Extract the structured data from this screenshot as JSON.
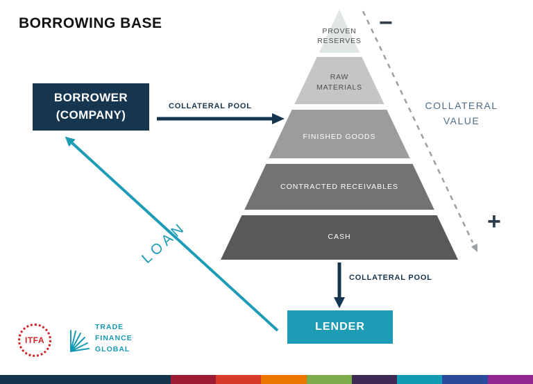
{
  "title": "BORROWING BASE",
  "colors": {
    "navy": "#16354f",
    "teal": "#1e9cb5",
    "slate": "#4d6b85",
    "dash_gray": "#98a0a4",
    "itfa_red": "#cf2428",
    "tfg_teal": "#1499b4"
  },
  "borrower": {
    "line1": "BORROWER",
    "line2": "(COMPANY)"
  },
  "lender": {
    "label": "LENDER"
  },
  "arrows": {
    "collateral_pool_top": "COLLATERAL POOL",
    "collateral_pool_bottom": "COLLATERAL POOL",
    "loan": "LOAN"
  },
  "collateral_value": {
    "line1": "COLLATERAL",
    "line2": "VALUE",
    "minus": "−",
    "plus": "+"
  },
  "pyramid": {
    "layers": [
      {
        "label": "PROVEN RESERVES",
        "lines": [
          "PROVEN",
          "RESERVES"
        ],
        "color": "#e0e5e6",
        "text_color": "#4d4d4d"
      },
      {
        "label": "RAW MATERIALS",
        "lines": [
          "RAW",
          "MATERIALS"
        ],
        "color": "#c5c5c5",
        "text_color": "#4d4d4d"
      },
      {
        "label": "FINISHED GOODS",
        "lines": [
          "FINISHED GOODS"
        ],
        "color": "#9c9c9c",
        "text_color": "#ffffff"
      },
      {
        "label": "CONTRACTED RECEIVABLES",
        "lines": [
          "CONTRACTED RECEIVABLES"
        ],
        "color": "#737373",
        "text_color": "#ffffff"
      },
      {
        "label": "CASH",
        "lines": [
          "CASH"
        ],
        "color": "#595959",
        "text_color": "#ffffff"
      }
    ]
  },
  "logos": {
    "itfa": {
      "text": "ITFA"
    },
    "tfg": {
      "line1": "TRADE",
      "line2": "FINANCE",
      "line3": "GLOBAL"
    }
  },
  "footer_bar": {
    "segments": [
      {
        "color": "#14334d",
        "width_pct": 32
      },
      {
        "color": "#9e1c33",
        "width_pct": 8.5
      },
      {
        "color": "#d83a27",
        "width_pct": 8.5
      },
      {
        "color": "#ea7600",
        "width_pct": 8.5
      },
      {
        "color": "#7cad4a",
        "width_pct": 8.5
      },
      {
        "color": "#3f2a56",
        "width_pct": 8.5
      },
      {
        "color": "#0f9cb4",
        "width_pct": 8.5
      },
      {
        "color": "#2c4a9c",
        "width_pct": 8.5
      },
      {
        "color": "#90278e",
        "width_pct": 8.5
      }
    ]
  }
}
